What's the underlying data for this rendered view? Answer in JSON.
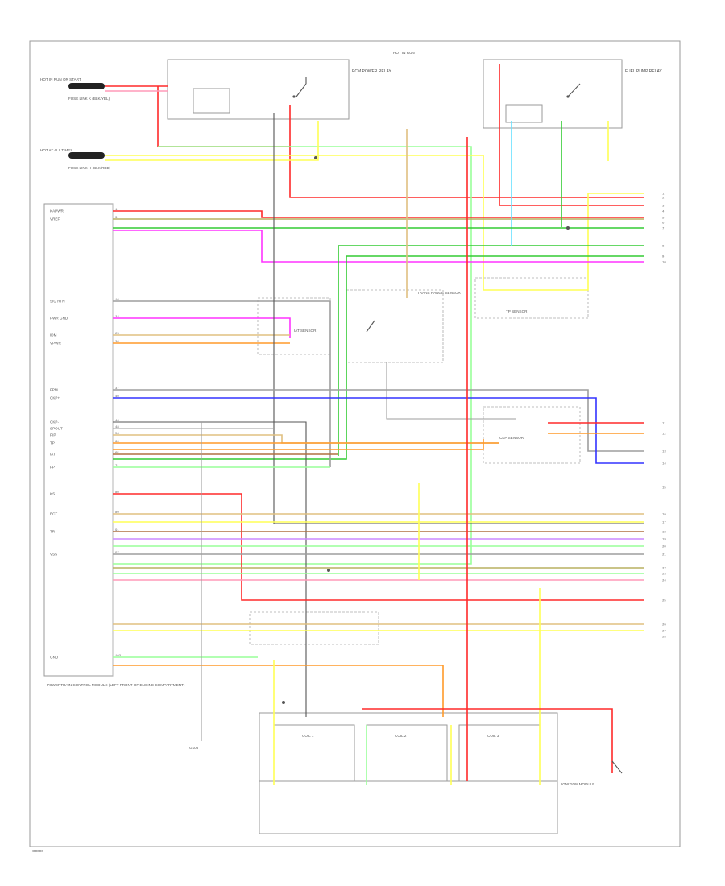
{
  "diagram": {
    "footer_code": "G0000"
  },
  "labels": {
    "hot_run_start": "HOT IN RUN OR START",
    "hot_at_all_times": "HOT AT ALL TIMES",
    "fuse_link_1": "FUSE LINK K (BLK/YEL)",
    "fuse_link_2": "FUSE LINK H (BLK/RED)",
    "pcm_caption": "POWERTRAIN CONTROL MODULE (LEFT FRONT OF ENGINE COMPARTMENT)",
    "pcm_relay": "PCM POWER RELAY",
    "fuel_pump_relay": "FUEL PUMP RELAY",
    "tp_sensor": "TP SENSOR",
    "iat_sensor": "IAT SENSOR",
    "trans_range": "TRANS RANGE SENSOR",
    "hot_fused": "HOT IN RUN",
    "coil_1": "COIL 1",
    "coil_2": "COIL 2",
    "coil_3": "COIL 3",
    "ignition_module": "IGNITION MODULE",
    "ckp_sensor": "CKP SENSOR",
    "ground": "G105"
  },
  "pcm_pins": [
    {
      "num": "1",
      "label": "KAPWR"
    },
    {
      "num": "3",
      "label": "VREF"
    },
    {
      "num": "16",
      "label": "SIG RTN"
    },
    {
      "num": "24",
      "label": "PWR GND"
    },
    {
      "num": "25",
      "label": "IDM"
    },
    {
      "num": "36",
      "label": "VPWR"
    },
    {
      "num": "37",
      "label": "FPM"
    },
    {
      "num": "40",
      "label": "CKP+"
    },
    {
      "num": "46",
      "label": "CKP-"
    },
    {
      "num": "48",
      "label": "SPOUT"
    },
    {
      "num": "56",
      "label": "PIP"
    },
    {
      "num": "60",
      "label": "TP"
    },
    {
      "num": "65",
      "label": "IAT"
    },
    {
      "num": "71",
      "label": "FP"
    },
    {
      "num": "80",
      "label": "KS"
    },
    {
      "num": "89",
      "label": "ECT"
    },
    {
      "num": "91",
      "label": "TR"
    },
    {
      "num": "97",
      "label": "VSS"
    },
    {
      "num": "103",
      "label": "GND"
    }
  ],
  "wire_colors": {
    "red": "#ff2a2a",
    "pink": "#ff9ab8",
    "magenta": "#ff33ff",
    "orange": "#ff9a2a",
    "yellow": "#ffff55",
    "green": "#33cc33",
    "light_green": "#99ff99",
    "blue": "#3333ff",
    "light_blue": "#66e0ff",
    "tan": "#e0c080",
    "black": "#555555",
    "gray": "#9e9e9e",
    "violet": "#cc88ff",
    "brown": "#b07040"
  },
  "right_connector_pins": [
    "1",
    "2",
    "3",
    "4",
    "5",
    "6",
    "7",
    "8",
    "9",
    "10",
    "11",
    "12",
    "13",
    "14",
    "15",
    "16",
    "17",
    "18",
    "19",
    "20",
    "21",
    "22",
    "23",
    "24",
    "25",
    "26",
    "27",
    "28"
  ]
}
